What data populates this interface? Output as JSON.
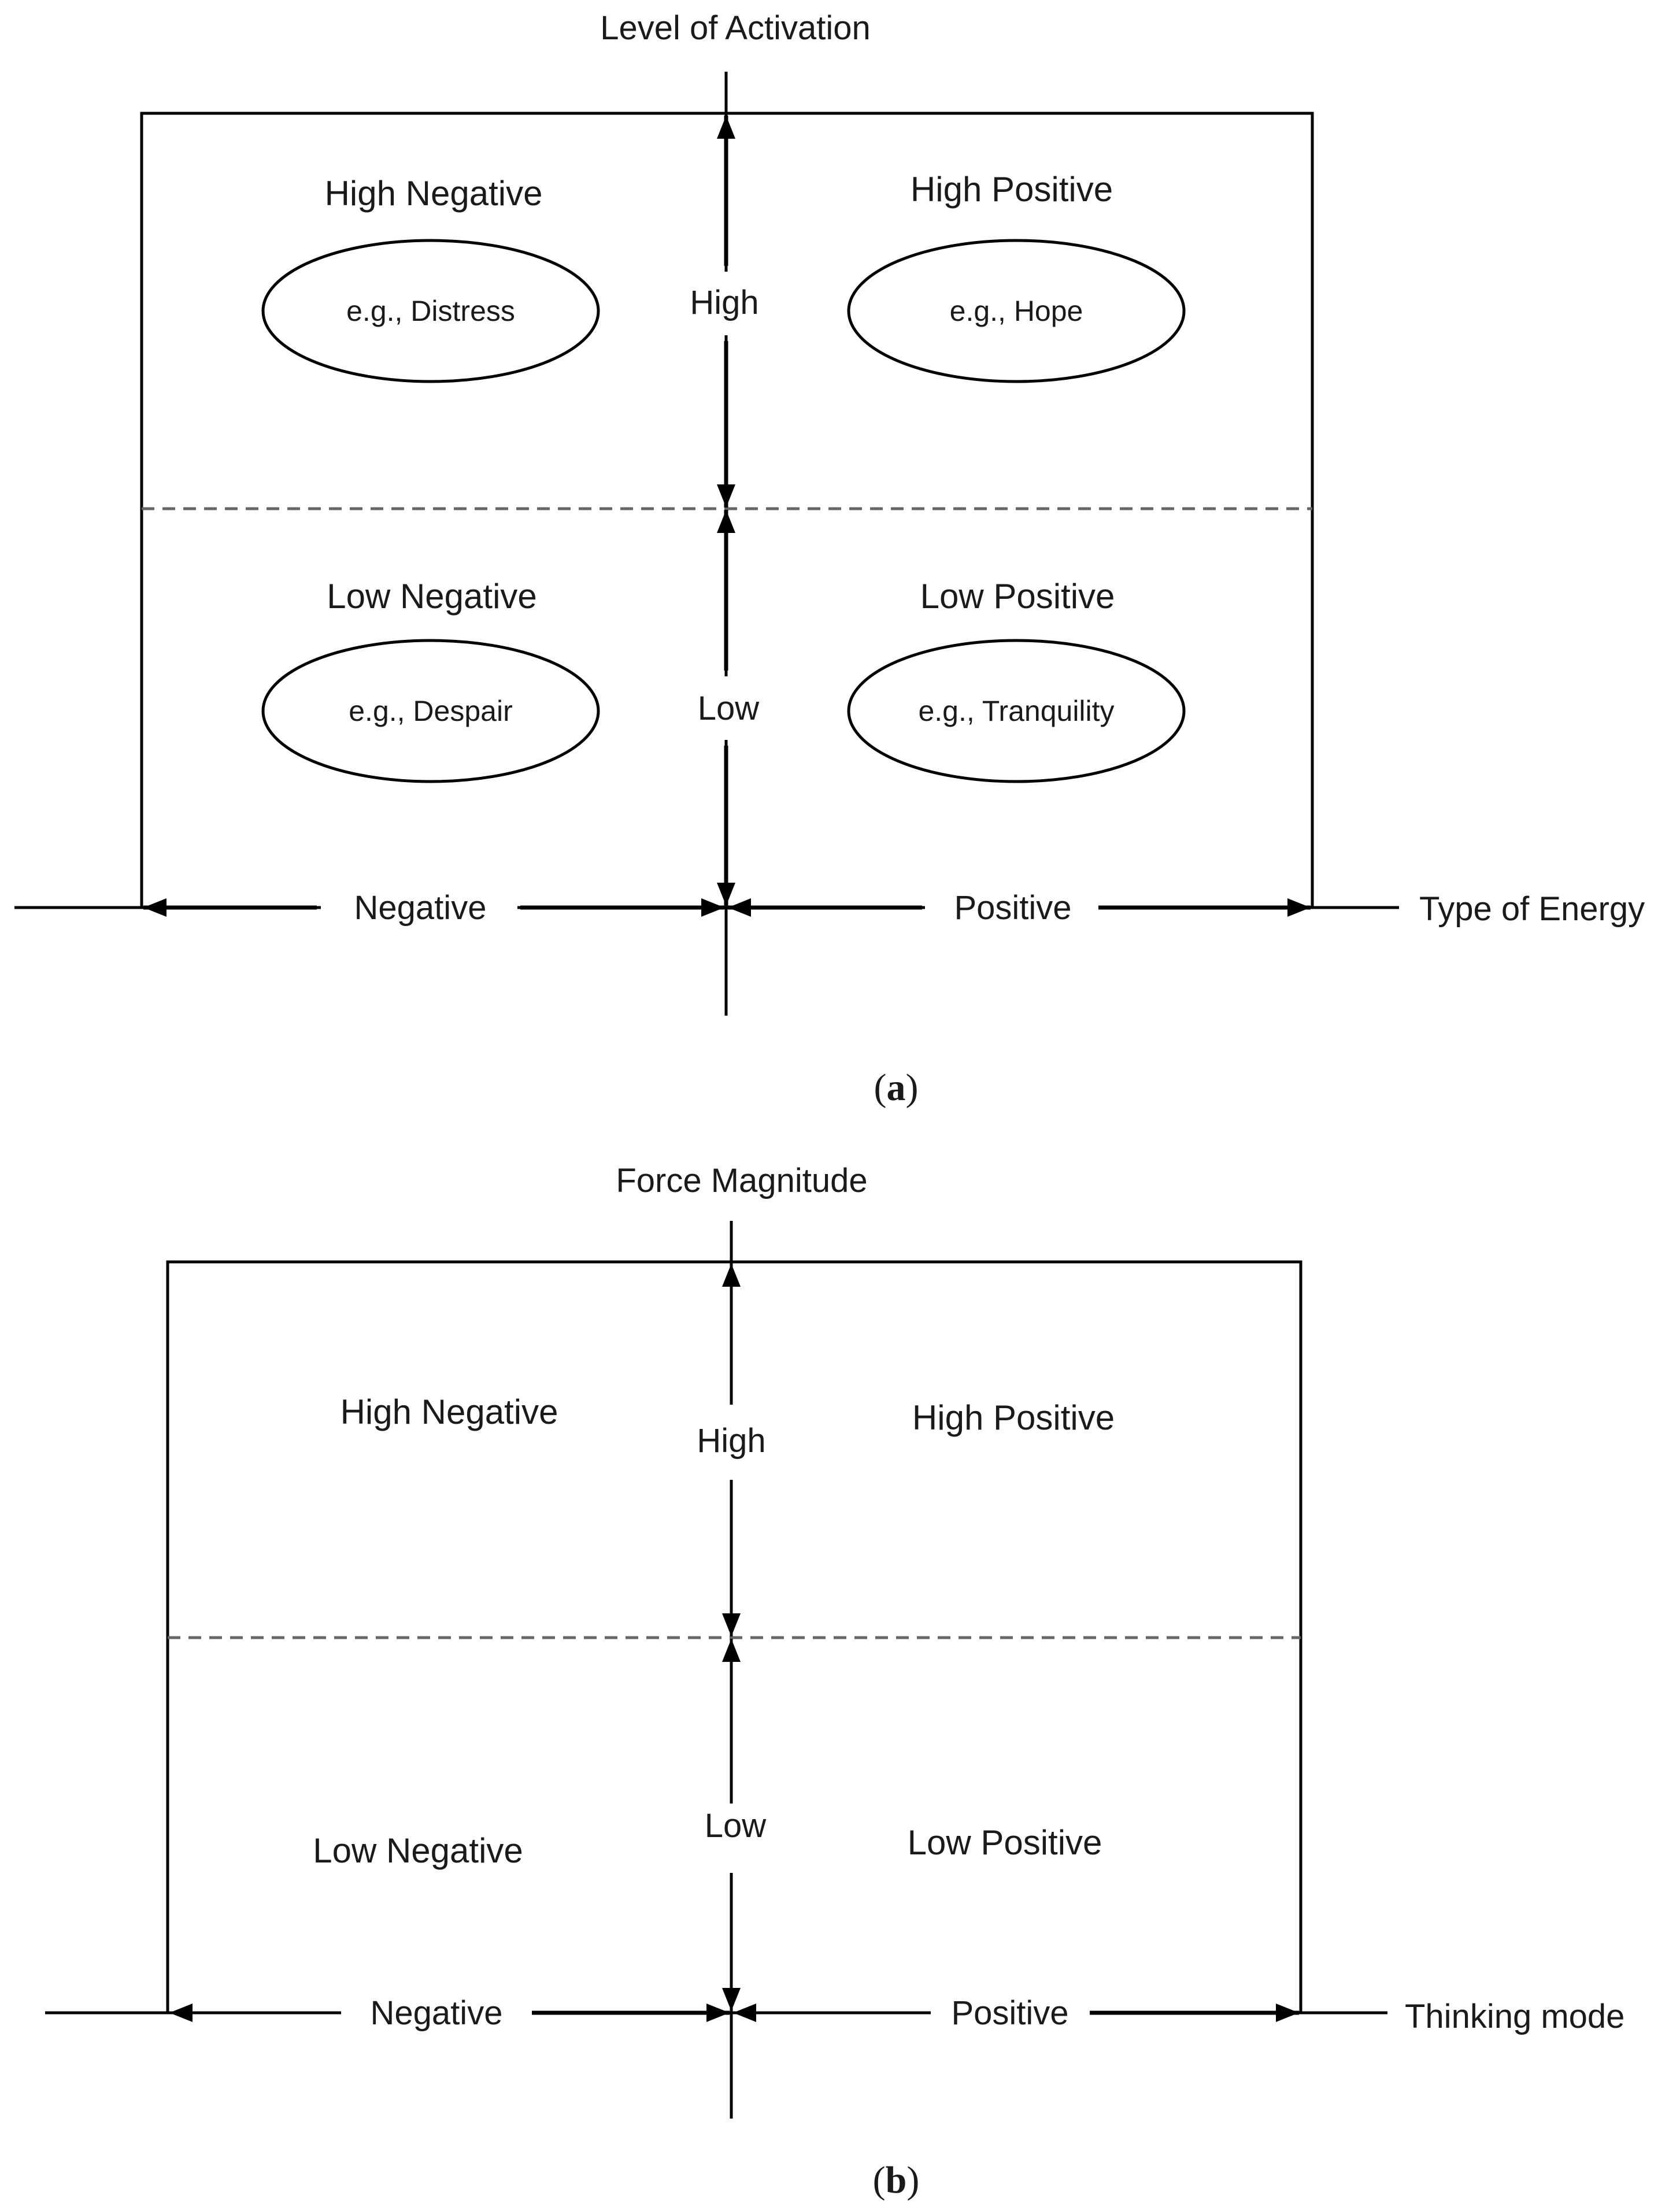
{
  "panel_a": {
    "y_axis_label": "Level of Activation",
    "x_axis_label": "Type of Energy",
    "high_label": "High",
    "low_label": "Low",
    "negative_label": "Negative",
    "positive_label": "Positive",
    "quadrants": {
      "high_negative": "High Negative",
      "high_positive": "High Positive",
      "low_negative": "Low Negative",
      "low_positive": "Low Positive"
    },
    "examples": {
      "high_negative": "e.g., Distress",
      "high_positive": "e.g., Hope",
      "low_negative": "e.g., Despair",
      "low_positive": "e.g., Tranquility"
    },
    "caption_open": "(",
    "caption_letter": "a",
    "caption_close": ")"
  },
  "panel_b": {
    "y_axis_label": "Force Magnitude",
    "x_axis_label": "Thinking mode",
    "high_label": "High",
    "low_label": "Low",
    "negative_label": "Negative",
    "positive_label": "Positive",
    "quadrants": {
      "high_negative": "High Negative",
      "high_positive": "High Positive",
      "low_negative": "Low Negative",
      "low_positive": "Low Positive"
    },
    "caption_open": "(",
    "caption_letter": "b",
    "caption_close": ")"
  },
  "colors": {
    "line": "#000000",
    "dashed_divider": "#666666",
    "text": "#1a1a1a"
  }
}
